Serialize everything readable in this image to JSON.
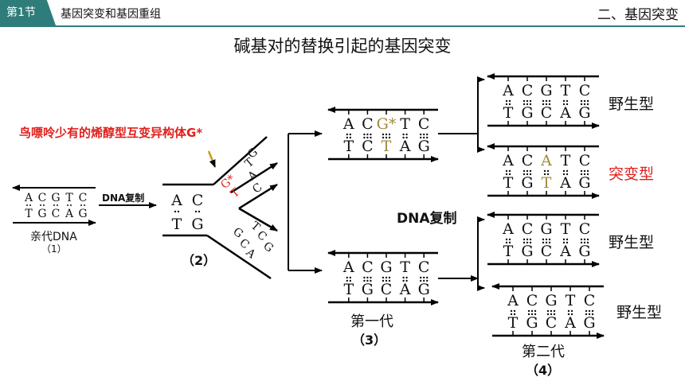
{
  "header": {
    "section_badge": "第1节",
    "lesson_title": "基因突变和基因重组",
    "chapter_title": "二、基因突变"
  },
  "title": "碱基对的替换引起的基因突变",
  "annotation": "鸟嘌呤少有的烯醇型互变异构体G*",
  "labels": {
    "parent_dna": "亲代DNA",
    "step1": "（1）",
    "dna_replication_small": "DNA复制",
    "step2": "（2）",
    "dna_replication": "DNA复制",
    "first_gen": "第一代",
    "step3": "（3）",
    "second_gen": "第二代",
    "step4": "（4）"
  },
  "outcomes": [
    "野生型",
    "突变型",
    "野生型",
    "野生型"
  ],
  "strands": {
    "wild_top": [
      "A",
      "C",
      "G",
      "T",
      "C"
    ],
    "wild_bottom": [
      "T",
      "G",
      "C",
      "A",
      "G"
    ],
    "gen1_mut_top": [
      "A",
      "C",
      "G*",
      "T",
      "C"
    ],
    "gen1_mut_bottom": [
      "T",
      "C",
      "T",
      "A",
      "G"
    ],
    "gen2_mut_top": [
      "A",
      "C",
      "A",
      "T",
      "C"
    ],
    "gen2_mut_bottom": [
      "T",
      "G",
      "T",
      "A",
      "G"
    ],
    "fork_stub_top": [
      "A",
      "C"
    ],
    "fork_stub_bottom": [
      "T",
      "G"
    ],
    "fork_upper_left": [
      "G*",
      "T"
    ],
    "fork_upper_right": [
      "T",
      "A",
      "C",
      "G"
    ],
    "fork_lower_left": [
      "G",
      "C",
      "A"
    ],
    "fork_lower_right": [
      "T",
      "C",
      "G"
    ]
  },
  "colors": {
    "teal": "#2f7d7a",
    "red": "#e0201c",
    "olive": "#a08a3c",
    "arrow_gold": "#c99a1a"
  }
}
